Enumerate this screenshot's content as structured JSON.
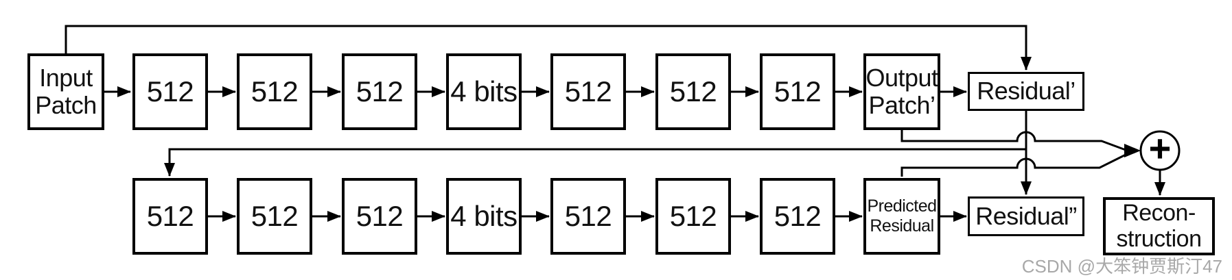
{
  "top_row": [
    "Input Patch",
    "512",
    "512",
    "512",
    "4 bits",
    "512",
    "512",
    "512",
    "Output Patch’",
    "Residual’"
  ],
  "bottom_row": [
    "512",
    "512",
    "512",
    "4 bits",
    "512",
    "512",
    "512",
    "Predicted Residual",
    "Residual”"
  ],
  "adder": {
    "symbol": "+"
  },
  "reconstruction_label": "Recon-struction",
  "watermark": "CSDN @大笨钟贾斯汀47",
  "colors": {
    "line": "#000000",
    "box_border": "#000000",
    "box_background": "#ffffff",
    "page_background": "#ffffff",
    "text": "#111111",
    "watermark": "#a8a8a8"
  }
}
